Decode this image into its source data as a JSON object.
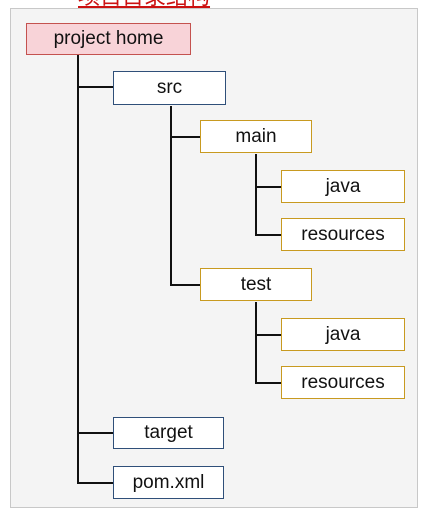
{
  "clipped_heading": "项目目录结构",
  "nodes": {
    "root": "project home",
    "src": "src",
    "main": "main",
    "main_java": "java",
    "main_resources": "resources",
    "test": "test",
    "test_java": "java",
    "test_resources": "resources",
    "target": "target",
    "pom": "pom.xml"
  },
  "colors": {
    "root_fill": "#f8d3d8",
    "root_border": "#c4524f",
    "level1_border": "#2f4f79",
    "folder_border": "#c89a20",
    "connector": "#111111"
  }
}
